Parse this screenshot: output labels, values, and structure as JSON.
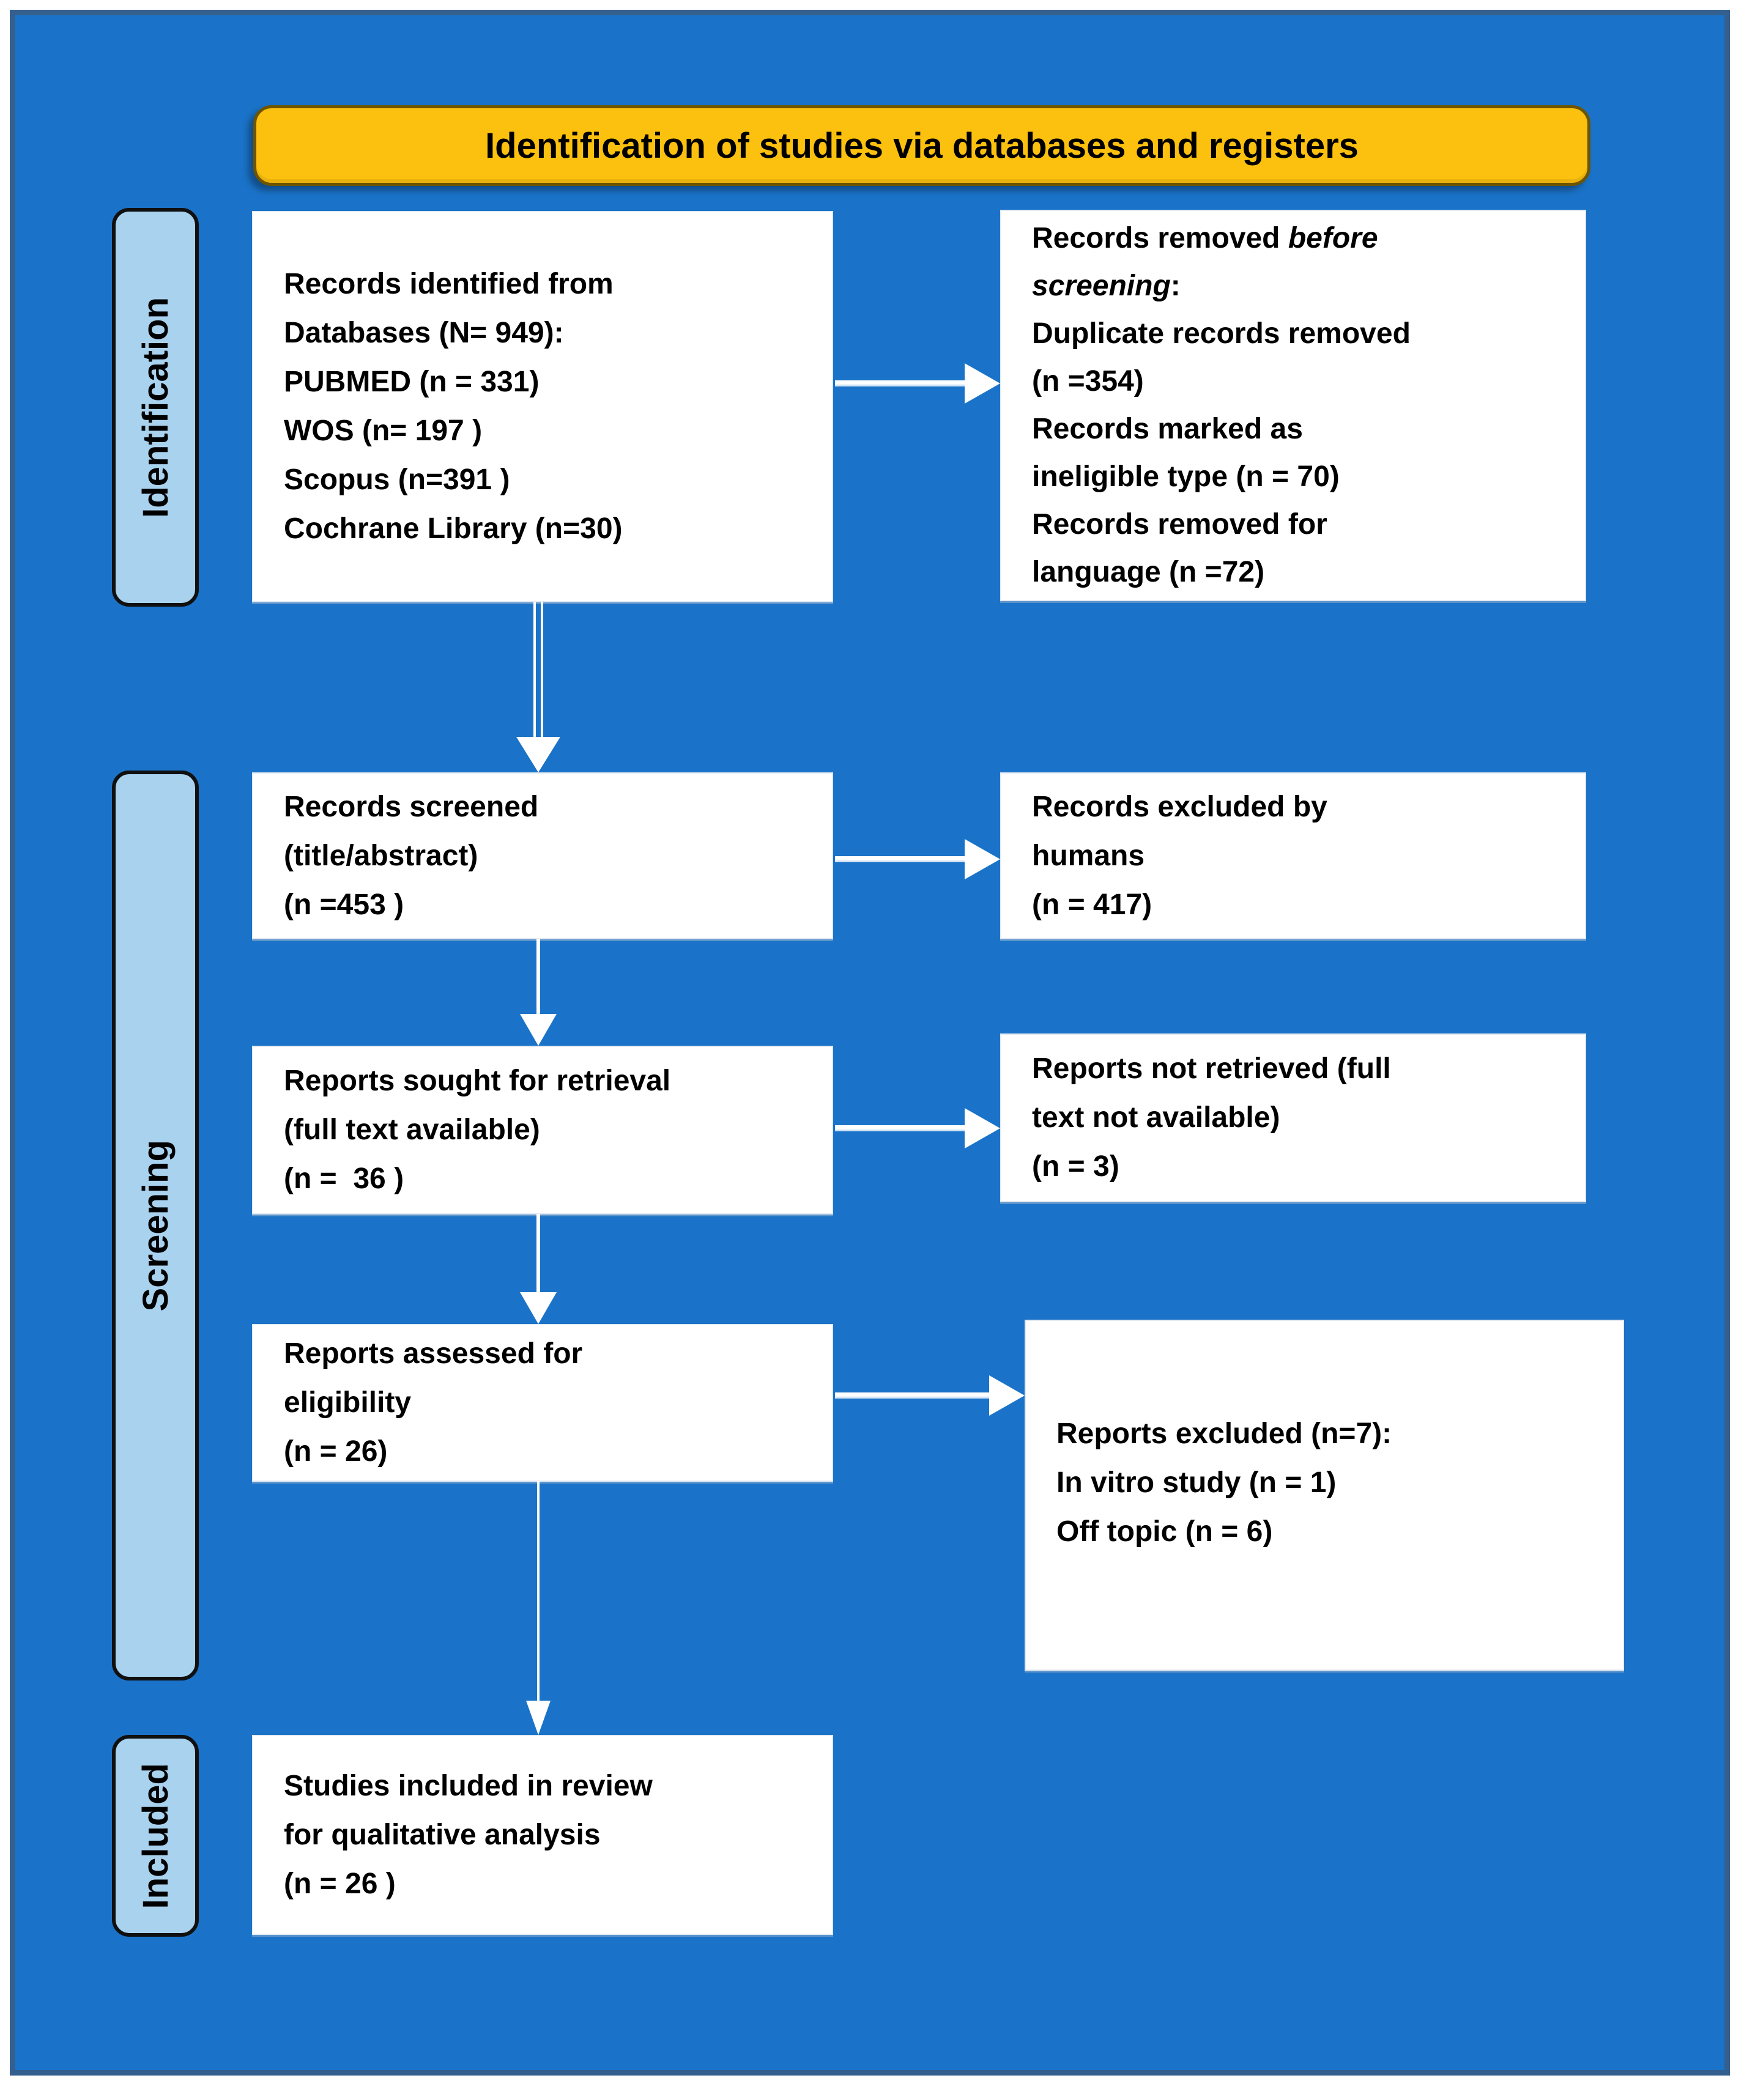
{
  "colors": {
    "canvas_blue": "#1a73c8",
    "panel_border": "#33608f",
    "banner_fill": "#fcc00e",
    "banner_border": "#6d5500",
    "stage_fill": "#a9d2ef",
    "stage_border": "#101010",
    "box_fill": "#ffffff",
    "arrow": "#ffffff",
    "text": "#000000"
  },
  "banner": {
    "title": "Identification of studies via databases and registers"
  },
  "stages": {
    "identification": "Identification",
    "screening": "Screening",
    "included": "Included"
  },
  "boxes": {
    "records_identified": {
      "lines": [
        "Records identified from",
        "Databases (N= 949):",
        "PUBMED (n = 331)",
        "WOS (n= 197 )",
        "Scopus (n=391 )",
        "Cochrane Library (n=30)"
      ]
    },
    "records_removed": {
      "line1_normal": "Records removed ",
      "line1_italic": "before",
      "line2_italic": "screening",
      "line2_normal": ":",
      "lines": [
        "Duplicate records removed",
        "(n =354)",
        "Records marked as",
        "ineligible type (n = 70)",
        "Records removed for",
        "language (n =72)"
      ]
    },
    "records_screened": {
      "lines": [
        "Records screened",
        "(title/abstract)",
        "(n =453 )"
      ]
    },
    "records_excluded_humans": {
      "lines": [
        "Records excluded by",
        "humans",
        "(n = 417)"
      ]
    },
    "reports_sought": {
      "lines": [
        "Reports sought for retrieval",
        "(full text available)",
        "(n =  36 )"
      ]
    },
    "reports_not_retrieved": {
      "lines": [
        "Reports not retrieved (full",
        "text not available)",
        "(n = 3)"
      ]
    },
    "reports_assessed": {
      "lines": [
        "Reports assessed for",
        "eligibility",
        "(n = 26)"
      ]
    },
    "reports_excluded": {
      "lines": [
        "Reports excluded (n=7):",
        "In vitro study (n = 1)",
        "Off topic (n = 6)"
      ]
    },
    "studies_included": {
      "lines": [
        "Studies included in review",
        "for qualitative analysis",
        "(n = 26 )"
      ]
    }
  }
}
